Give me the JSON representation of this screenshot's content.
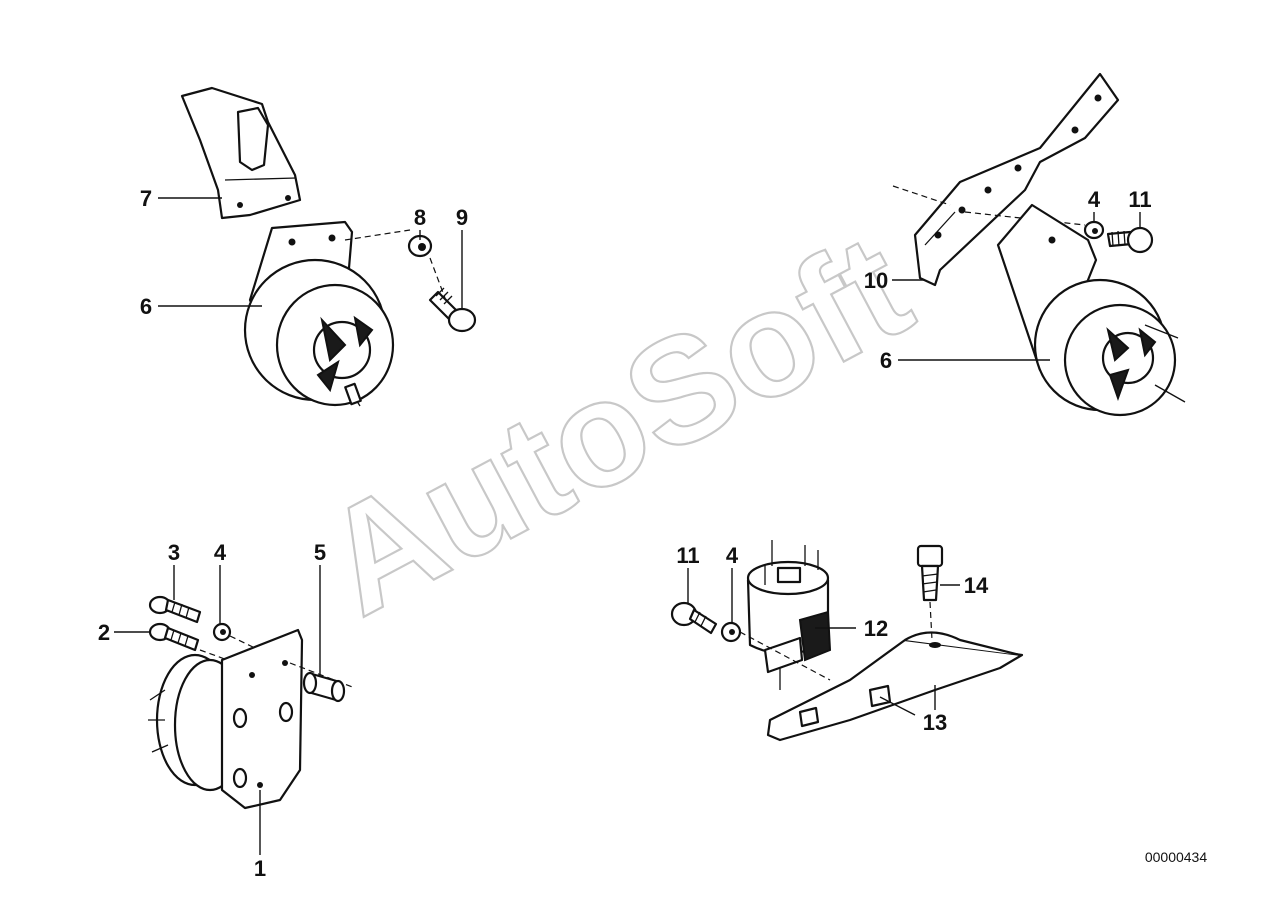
{
  "watermark": "AutoSoft",
  "document_number": "00000434",
  "callouts": {
    "c1": "1",
    "c2": "2",
    "c3": "3",
    "c4a": "4",
    "c5": "5",
    "c6a": "6",
    "c7": "7",
    "c8": "8",
    "c9": "9",
    "c4b": "4",
    "c11a": "11",
    "c10": "10",
    "c6b": "6",
    "c11b": "11",
    "c4c": "4",
    "c12": "12",
    "c13": "13",
    "c14": "14"
  }
}
